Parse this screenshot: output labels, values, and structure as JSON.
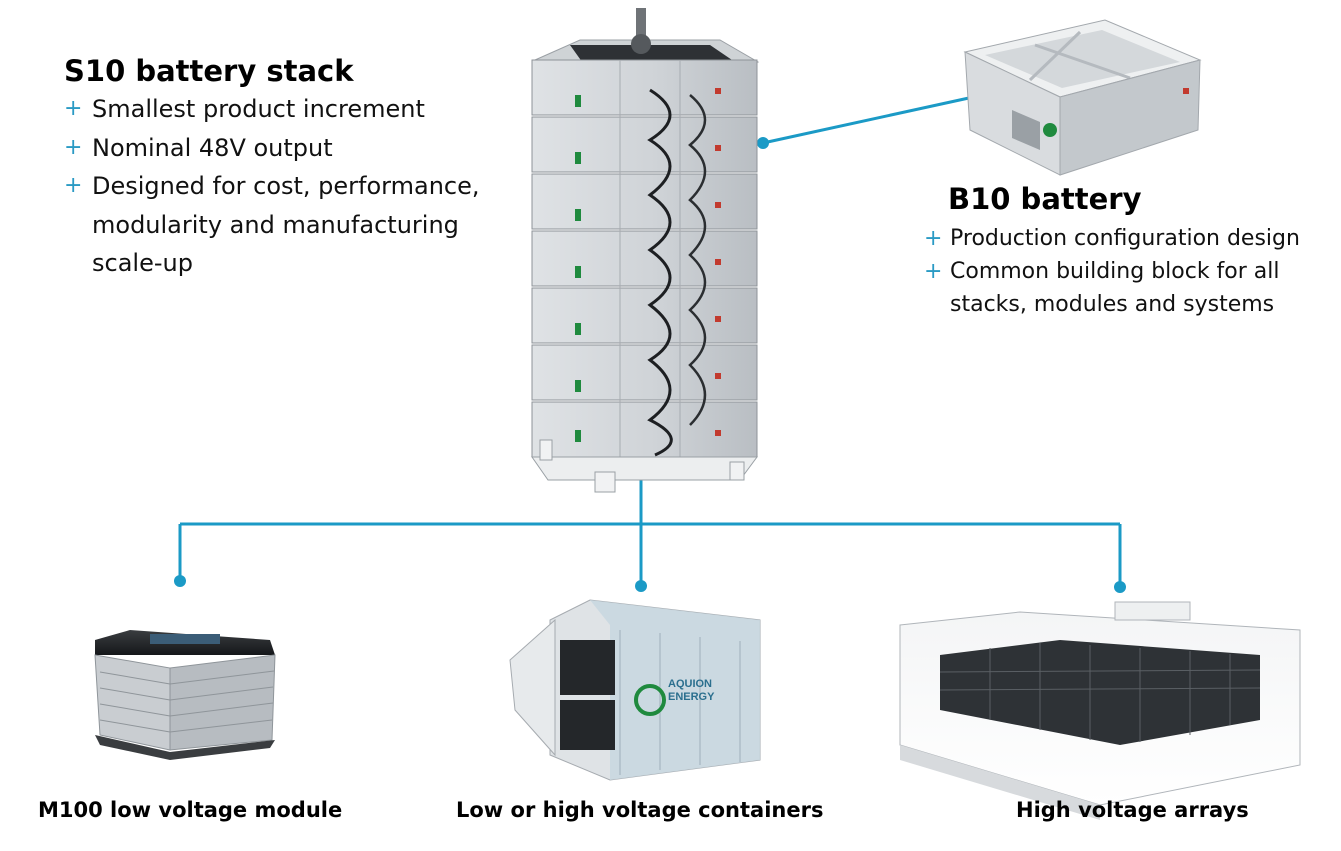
{
  "s10": {
    "title": "S10 battery stack",
    "bullets": [
      "Smallest product increment",
      "Nominal 48V output",
      "Designed for cost, performance, modularity and manufacturing scale-up"
    ]
  },
  "b10": {
    "title": "B10 battery",
    "bullets": [
      "Production configuration design",
      "Common building block for all stacks, modules and systems"
    ]
  },
  "captions": {
    "module": "M100 low voltage module",
    "containers": "Low or high voltage containers",
    "arrays": "High voltage arrays"
  },
  "brand_label": "AQUION ENERGY",
  "colors": {
    "connector": "#1b9ac6",
    "plus": "#2a9ac4",
    "text": "#111111"
  },
  "icons": [
    "plus-icon",
    "connector-dot-icon"
  ]
}
